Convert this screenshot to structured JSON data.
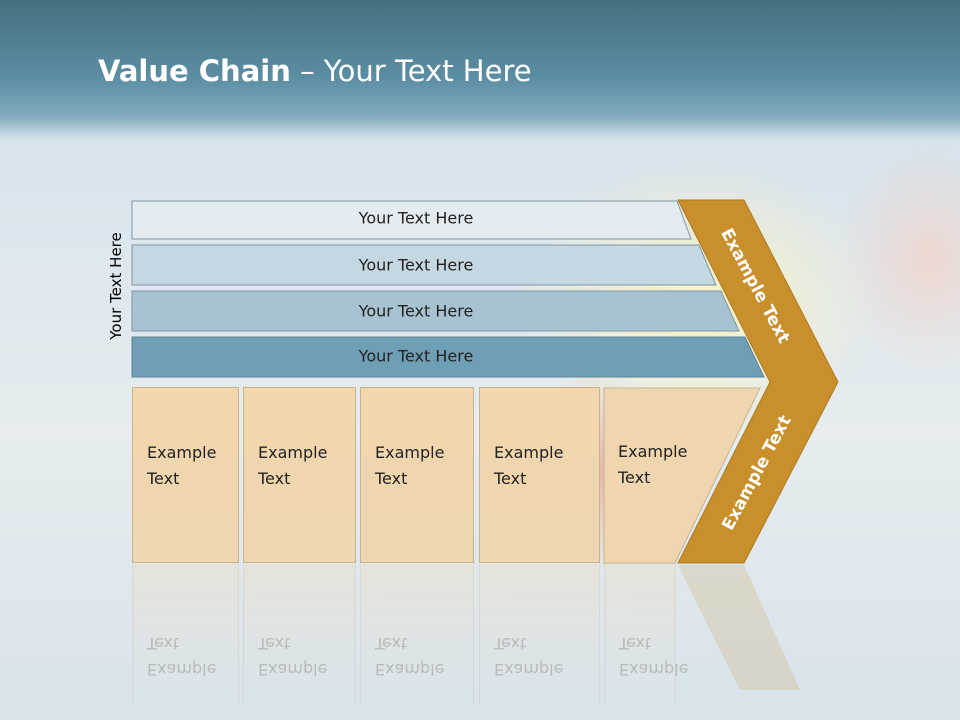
{
  "title": {
    "bold": "Value Chain",
    "rest": " – Your Text Here"
  },
  "side_label": "Your Text Here",
  "bars": [
    {
      "label": "Your Text Here",
      "color": "#e4ecf2"
    },
    {
      "label": "Your Text Here",
      "color": "#c5d7e1"
    },
    {
      "label": "Your Text Here",
      "color": "#a7c3d1"
    },
    {
      "label": "Your Text Here",
      "color": "#6f9fb5"
    }
  ],
  "boxes": [
    {
      "line1": "Example",
      "line2": "Text"
    },
    {
      "line1": "Example",
      "line2": "Text"
    },
    {
      "line1": "Example",
      "line2": "Text"
    },
    {
      "line1": "Example",
      "line2": "Text"
    },
    {
      "line1": "Example",
      "line2": "Text"
    }
  ],
  "chevron": {
    "upper_text": "Example Text",
    "lower_text": "Example Text",
    "color": "#c98f2b"
  }
}
